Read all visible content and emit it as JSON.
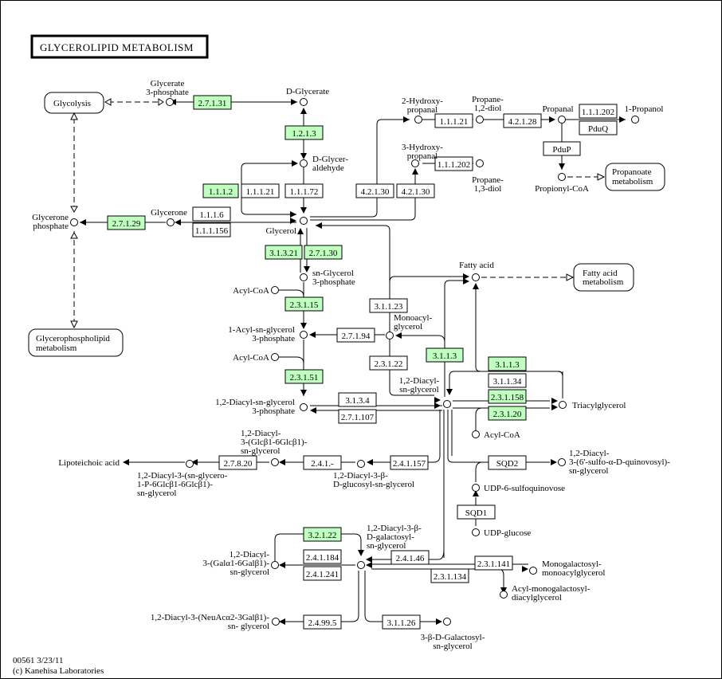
{
  "title": "GLYCEROLIPID METABOLISM",
  "footer": {
    "map_id_date": "00561 3/23/11",
    "copyright": "(c) Kanehisa Laboratories"
  },
  "colors": {
    "highlight_enzyme": "#bfffbf",
    "line": "#000000",
    "background": "#ffffff"
  },
  "maps": [
    {
      "id": "glycolysis",
      "lines": [
        "Glycolysis"
      ]
    },
    {
      "id": "propanoate",
      "lines": [
        "Propanoate",
        "metabolism"
      ]
    },
    {
      "id": "fatty-acid",
      "lines": [
        "Fatty acid",
        "metabolism"
      ]
    },
    {
      "id": "glycerophospholipid",
      "lines": [
        "Glycerophospholipid",
        "metabolism"
      ]
    }
  ],
  "compounds": [
    {
      "id": "glycerate-3p",
      "lines": [
        "Glycerate",
        "3-phosphate"
      ]
    },
    {
      "id": "d-glycerate",
      "lines": [
        "D-Glycerate"
      ]
    },
    {
      "id": "d-glyceraldehyde",
      "lines": [
        "D-Glycer-",
        "aldehyde"
      ]
    },
    {
      "id": "glycerol",
      "lines": [
        "Glycerol"
      ]
    },
    {
      "id": "glycerone",
      "lines": [
        "Glycerone"
      ]
    },
    {
      "id": "glycerone-p",
      "lines": [
        "Glycerone",
        "phosphate"
      ]
    },
    {
      "id": "2-hydroxypropanal",
      "lines": [
        "2-Hydroxy-",
        "propanal"
      ]
    },
    {
      "id": "propane-12-diol",
      "lines": [
        "Propane-",
        "1,2-diol"
      ]
    },
    {
      "id": "propanal",
      "lines": [
        "Propanal"
      ]
    },
    {
      "id": "1-propanol",
      "lines": [
        "1-Propanol"
      ]
    },
    {
      "id": "3-hydroxypropanal",
      "lines": [
        "3-Hydroxy-",
        "propanal"
      ]
    },
    {
      "id": "propane-13-diol",
      "lines": [
        "Propane-",
        "1,3-diol"
      ]
    },
    {
      "id": "propionyl-coa",
      "lines": [
        "Propionyl-CoA"
      ]
    },
    {
      "id": "sn-glycerol-3p",
      "lines": [
        "sn-Glycerol",
        "3-phosphate"
      ]
    },
    {
      "id": "acyl-coa-1",
      "lines": [
        "Acyl-CoA"
      ]
    },
    {
      "id": "1-acyl-sn-glycerol-3p",
      "lines": [
        "1-Acyl-sn-glycerol",
        "3-phosphate"
      ]
    },
    {
      "id": "acyl-coa-2",
      "lines": [
        "Acyl-CoA"
      ]
    },
    {
      "id": "12-diacyl-sn-glycerol-3p",
      "lines": [
        "1,2-Diacyl-sn-glycerol",
        "3-phosphate"
      ]
    },
    {
      "id": "monoacylglycerol",
      "lines": [
        "Monoacyl-",
        "glycerol"
      ]
    },
    {
      "id": "fatty-acid",
      "lines": [
        "Fatty acid"
      ]
    },
    {
      "id": "12-diacyl-sn-glycerol",
      "lines": [
        "1,2-Diacyl-",
        "sn-glycerol"
      ]
    },
    {
      "id": "triacylglycerol",
      "lines": [
        "Triacylglycerol"
      ]
    },
    {
      "id": "acyl-coa-3",
      "lines": [
        "Acyl-CoA"
      ]
    },
    {
      "id": "sulfoquinovosyl-dg",
      "lines": [
        "1,2-Diacyl-",
        "3-(6'-sulfo-α-D-quinovosyl)-",
        "sn-glycerol"
      ]
    },
    {
      "id": "udp-6-sulfoquinovose",
      "lines": [
        "UDP-6-sulfoquinovose"
      ]
    },
    {
      "id": "udp-glucose",
      "lines": [
        "UDP-glucose"
      ]
    },
    {
      "id": "lipoteichoic-acid",
      "lines": [
        "Lipoteichoic acid"
      ]
    },
    {
      "id": "glycero-p-diglucosyl-dg",
      "lines": [
        "1,2-Diacyl-3-(sn-glycero-",
        "1-P-6Glcβ1-6Glcβ1)-",
        "sn-glycerol"
      ]
    },
    {
      "id": "diglucosyl-dg",
      "lines": [
        "1,2-Diacyl-",
        "3-(Glcβ1-6Glcβ1)-",
        "sn-glycerol"
      ]
    },
    {
      "id": "glucosyl-dg",
      "lines": [
        "1,2-Diacyl-3-β-",
        "D-glucosyl-sn-glycerol"
      ]
    },
    {
      "id": "galactosyl-dg",
      "lines": [
        "1,2-Diacyl-3-β-",
        "D-galactosyl-",
        "sn-glycerol"
      ]
    },
    {
      "id": "digalactosyl-dg",
      "lines": [
        "1,2-Diacyl-",
        "3-(Galα1-6Galβ1)-",
        "sn-glycerol"
      ]
    },
    {
      "id": "monogalactosyl-mag",
      "lines": [
        "Monogalactosyl-",
        "monoacylglycerol"
      ]
    },
    {
      "id": "acyl-mgdg",
      "lines": [
        "Acyl-monogalactosyl-",
        "diacylglycerol"
      ]
    },
    {
      "id": "neuac-gal-dg",
      "lines": [
        "1,2-Diacyl-3-(NeuAcα2-3Galβ1)-",
        "sn- glycerol"
      ]
    },
    {
      "id": "galactosyl-sn-glycerol",
      "lines": [
        "3-β-D-Galactosyl-",
        "sn-glycerol"
      ]
    }
  ],
  "enzymes": [
    {
      "label": "2.7.1.31",
      "highlighted": true
    },
    {
      "label": "1.2.1.3",
      "highlighted": true
    },
    {
      "label": "1.1.1.2",
      "highlighted": true
    },
    {
      "label": "1.1.1.21",
      "highlighted": false
    },
    {
      "label": "1.1.1.72",
      "highlighted": false
    },
    {
      "label": "2.7.1.29",
      "highlighted": true
    },
    {
      "label": "1.1.1.6",
      "highlighted": false
    },
    {
      "label": "1.1.1.156",
      "highlighted": false
    },
    {
      "label": "4.2.1.30",
      "highlighted": false
    },
    {
      "label": "4.2.1.30",
      "highlighted": false
    },
    {
      "label": "1.1.1.21",
      "highlighted": false
    },
    {
      "label": "4.2.1.28",
      "highlighted": false
    },
    {
      "label": "1.1.1.202",
      "highlighted": false
    },
    {
      "label": "PduQ",
      "highlighted": false
    },
    {
      "label": "PduP",
      "highlighted": false
    },
    {
      "label": "1.1.1.202",
      "highlighted": false
    },
    {
      "label": "3.1.3.21",
      "highlighted": true
    },
    {
      "label": "2.7.1.30",
      "highlighted": true
    },
    {
      "label": "2.3.1.15",
      "highlighted": true
    },
    {
      "label": "2.3.1.51",
      "highlighted": true
    },
    {
      "label": "2.7.1.94",
      "highlighted": false
    },
    {
      "label": "3.1.1.23",
      "highlighted": false
    },
    {
      "label": "2.3.1.22",
      "highlighted": false
    },
    {
      "label": "3.1.1.3",
      "highlighted": true
    },
    {
      "label": "3.1.3.4",
      "highlighted": false
    },
    {
      "label": "2.7.1.107",
      "highlighted": false
    },
    {
      "label": "3.1.1.3",
      "highlighted": true
    },
    {
      "label": "3.1.1.34",
      "highlighted": false
    },
    {
      "label": "2.3.1.158",
      "highlighted": true
    },
    {
      "label": "2.3.1.20",
      "highlighted": true
    },
    {
      "label": "SQD2",
      "highlighted": false
    },
    {
      "label": "SQD1",
      "highlighted": false
    },
    {
      "label": "2.7.8.20",
      "highlighted": false
    },
    {
      "label": "2.4.1.-",
      "highlighted": false
    },
    {
      "label": "2.4.1.157",
      "highlighted": false
    },
    {
      "label": "3.2.1.22",
      "highlighted": true
    },
    {
      "label": "2.4.1.184",
      "highlighted": false
    },
    {
      "label": "2.4.1.241",
      "highlighted": false
    },
    {
      "label": "2.4.1.46",
      "highlighted": false
    },
    {
      "label": "2.3.1.141",
      "highlighted": false
    },
    {
      "label": "2.3.1.134",
      "highlighted": false
    },
    {
      "label": "2.4.99.5",
      "highlighted": false
    },
    {
      "label": "3.1.1.26",
      "highlighted": false
    }
  ]
}
